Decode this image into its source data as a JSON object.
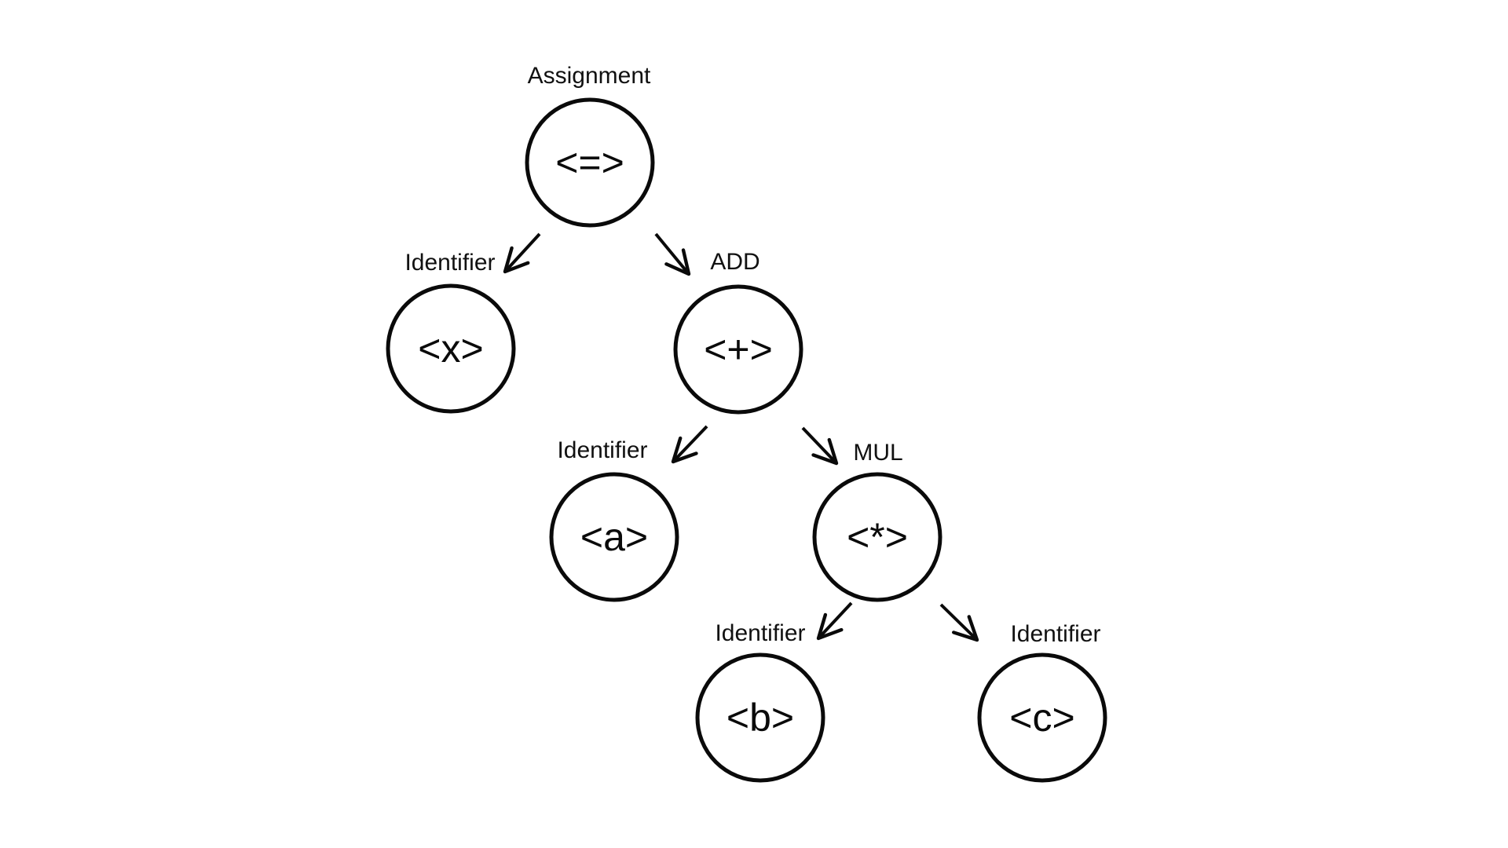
{
  "diagram": {
    "type": "abstract-syntax-tree",
    "background_color": "#ffffff",
    "stroke_color": "#0a0a0a",
    "text_color": "#111111",
    "nodes": [
      {
        "id": "assignment",
        "label": "Assignment",
        "value": "<=>"
      },
      {
        "id": "identifier-x",
        "label": "Identifier",
        "value": "<x>"
      },
      {
        "id": "add",
        "label": "ADD",
        "value": "<+>"
      },
      {
        "id": "identifier-a",
        "label": "Identifier",
        "value": "<a>"
      },
      {
        "id": "mul",
        "label": "MUL",
        "value": "<*>"
      },
      {
        "id": "identifier-b",
        "label": "Identifier",
        "value": "<b>"
      },
      {
        "id": "identifier-c",
        "label": "Identifier",
        "value": "<c>"
      }
    ],
    "edges": [
      {
        "from": "assignment",
        "to": "identifier-x"
      },
      {
        "from": "assignment",
        "to": "add"
      },
      {
        "from": "add",
        "to": "identifier-a"
      },
      {
        "from": "add",
        "to": "mul"
      },
      {
        "from": "mul",
        "to": "identifier-b"
      },
      {
        "from": "mul",
        "to": "identifier-c"
      }
    ]
  }
}
